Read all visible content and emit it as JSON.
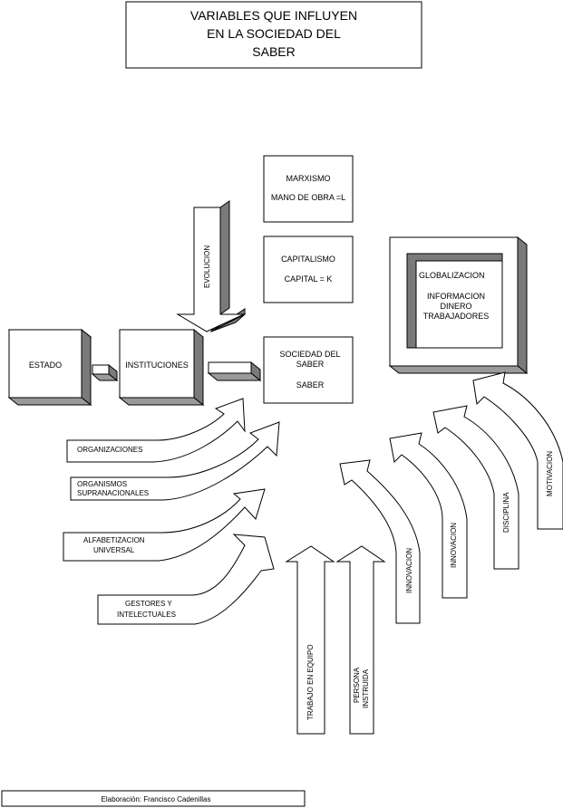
{
  "title": {
    "line1": "VARIABLES QUE INFLUYEN",
    "line2": "EN LA SOCIEDAD DEL",
    "line3": "SABER"
  },
  "boxes": {
    "marxismo": {
      "line1": "MARXISMO",
      "line2": "MANO DE OBRA =L"
    },
    "capitalismo": {
      "line1": "CAPITALISMO",
      "line2": "CAPITAL = K"
    },
    "sociedad": {
      "line1": "SOCIEDAD DEL",
      "line2": "SABER",
      "line3": "SABER"
    },
    "estado": "ESTADO",
    "instituciones": "INSTITUCIONES",
    "globalizacion": {
      "line1": "GLOBALIZACION",
      "line2": "INFORMACION",
      "line3": "DINERO",
      "line4": "TRABAJADORES"
    }
  },
  "evolucion": "EVOLUCION",
  "left_arrows": {
    "organizaciones": "ORGANIZACIONES",
    "organismos_1": "ORGANISMOS",
    "organismos_2": "SUPRANACIONALES",
    "alfabetizacion_1": "ALFABETIZACION",
    "alfabetizacion_2": "UNIVERSAL",
    "gestores_1": "GESTORES Y",
    "gestores_2": "INTELECTUALES"
  },
  "bottom_arrows": {
    "trabajo": "TRABAJO EN EQUIPO",
    "persona_1": "PERSONA",
    "persona_2": "INSTRUIDA"
  },
  "right_arrows": {
    "innovacion_1": "INNOVACION",
    "innovacion_2": "INNOVACION",
    "disciplina": "DISCIPLINA",
    "motivacion": "MOTIVACION"
  },
  "footer": "Elaboración: Francisco Cadenillas"
}
